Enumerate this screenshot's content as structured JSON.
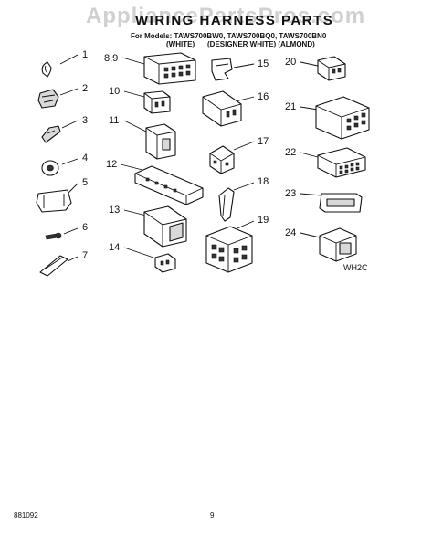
{
  "watermark": "AppliancePartsPros.com",
  "title": "WIRING HARNESS PARTS",
  "models_line": "For Models: TAWS700BW0, TAWS700BQ0, TAWS700BN0",
  "variant_white": "(WHITE)",
  "variant_designer_almond": "(DESIGNER WHITE) (ALMOND)",
  "part_labels": [
    "1",
    "2",
    "3",
    "4",
    "5",
    "6",
    "7",
    "8,9",
    "10",
    "11",
    "12",
    "13",
    "14",
    "15",
    "16",
    "17",
    "18",
    "19",
    "20",
    "21",
    "22",
    "23",
    "24"
  ],
  "illustration_code": "WH2C",
  "footer_doc_number": "881092",
  "footer_page": "9"
}
